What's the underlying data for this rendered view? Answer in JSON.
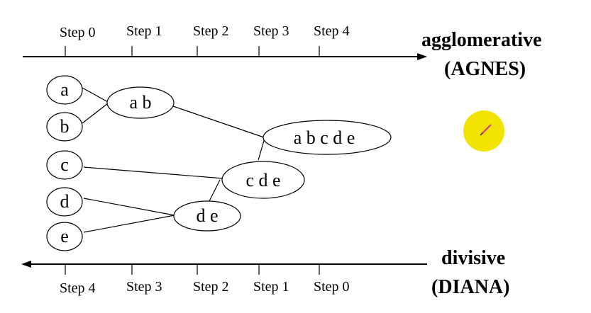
{
  "top_axis": {
    "steps": [
      "Step 0",
      "Step 1",
      "Step 2",
      "Step 3",
      "Step 4"
    ],
    "title_line1": "agglomerative",
    "title_line2": "(AGNES)"
  },
  "bottom_axis": {
    "steps": [
      "Step 4",
      "Step 3",
      "Step 2",
      "Step 1",
      "Step 0"
    ],
    "title_line1": "divisive",
    "title_line2": "(DIANA)"
  },
  "nodes": {
    "a": "a",
    "b": "b",
    "c": "c",
    "d": "d",
    "e": "e",
    "ab": "a b",
    "de": "d e",
    "cde": "c d e",
    "abcde": "a b c d e"
  },
  "colors": {
    "cursor_highlight": "#f2e300",
    "cursor_pen": "#d63a8a"
  },
  "icons": {
    "cursor": "pen-cursor-icon"
  }
}
